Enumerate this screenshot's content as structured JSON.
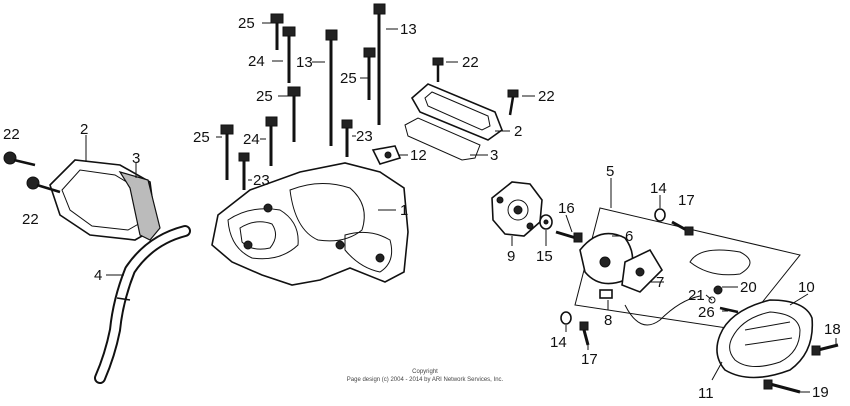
{
  "callouts": [
    {
      "id": "c25a",
      "text": "25"
    },
    {
      "id": "c13a",
      "text": "13"
    },
    {
      "id": "c24a",
      "text": "24"
    },
    {
      "id": "c13b",
      "text": "13"
    },
    {
      "id": "c25b",
      "text": "25"
    },
    {
      "id": "c22a",
      "text": "22"
    },
    {
      "id": "c25c",
      "text": "25"
    },
    {
      "id": "c22b",
      "text": "22"
    },
    {
      "id": "c2a",
      "text": "2"
    },
    {
      "id": "c22c",
      "text": "22"
    },
    {
      "id": "c2b",
      "text": "2"
    },
    {
      "id": "c25d",
      "text": "25"
    },
    {
      "id": "c24b",
      "text": "24"
    },
    {
      "id": "c23a",
      "text": "23"
    },
    {
      "id": "c12",
      "text": "12"
    },
    {
      "id": "c3a",
      "text": "3"
    },
    {
      "id": "c3b",
      "text": "3"
    },
    {
      "id": "c23b",
      "text": "23"
    },
    {
      "id": "c22d",
      "text": "22"
    },
    {
      "id": "c5",
      "text": "5"
    },
    {
      "id": "c1",
      "text": "1"
    },
    {
      "id": "c14a",
      "text": "14"
    },
    {
      "id": "c17a",
      "text": "17"
    },
    {
      "id": "c16",
      "text": "16"
    },
    {
      "id": "c6",
      "text": "6"
    },
    {
      "id": "c4",
      "text": "4"
    },
    {
      "id": "c9",
      "text": "9"
    },
    {
      "id": "c15",
      "text": "15"
    },
    {
      "id": "c7",
      "text": "7"
    },
    {
      "id": "c10",
      "text": "10"
    },
    {
      "id": "c20",
      "text": "20"
    },
    {
      "id": "c21",
      "text": "21"
    },
    {
      "id": "c8",
      "text": "8"
    },
    {
      "id": "c26",
      "text": "26"
    },
    {
      "id": "c18",
      "text": "18"
    },
    {
      "id": "c14b",
      "text": "14"
    },
    {
      "id": "c17b",
      "text": "17"
    },
    {
      "id": "c11",
      "text": "11"
    },
    {
      "id": "c19",
      "text": "19"
    }
  ],
  "copyright": {
    "line1": "Copyright",
    "line2": "Page design (c) 2004 - 2014 by ARI Network Services, Inc."
  }
}
